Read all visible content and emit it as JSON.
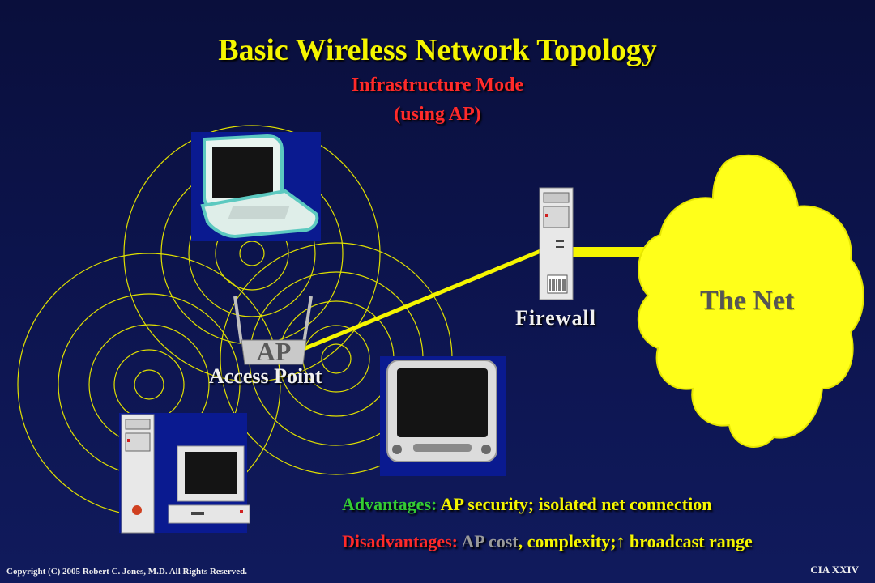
{
  "slide": {
    "title": "Basic Wireless Network Topology",
    "subtitle_line1": "Infrastructure Mode",
    "subtitle_line2": "(using AP)"
  },
  "diagram": {
    "firewall_label": "Firewall",
    "ap_badge": "AP",
    "ap_label": "Access Point",
    "cloud_label": "The Net"
  },
  "notes": {
    "advantages_label": "Advantages:",
    "advantages_text": "AP security; isolated net connection",
    "disadvantages_label": "Disadvantages:",
    "disadvantages_ap_cost": "AP cost",
    "disadvantages_text": ", complexity;",
    "up_arrow_glyph": "↑",
    "disadvantages_tail": " broadcast range"
  },
  "footer": {
    "copyright": "Copyright (C) 2005 Robert C. Jones, M.D.    All Rights Reserved.",
    "slide_id": "CIA XXIV"
  },
  "colors": {
    "title": "#f5f500",
    "subtitle": "#ff2a2a",
    "signal_rings": "#e0e000",
    "cloud": "#ffff1a",
    "advantages": "#33cc33"
  },
  "icons": [
    "laptop-icon",
    "firewall-server-icon",
    "access-point-icon",
    "desktop-pc-icon",
    "imac-monitor-icon",
    "internet-cloud-icon"
  ]
}
